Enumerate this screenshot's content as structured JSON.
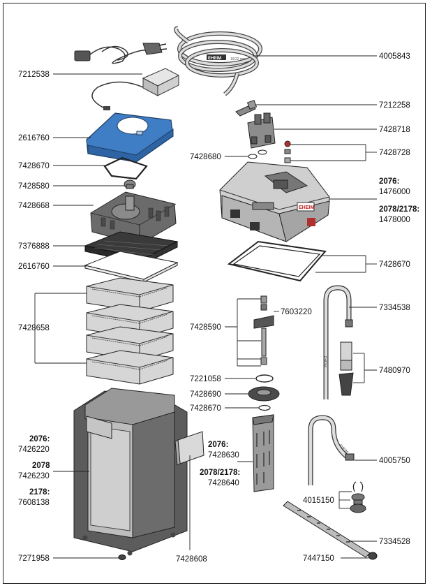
{
  "labels": {
    "l_4005843": "4005843",
    "l_7212538": "7212538",
    "l_7212258": "7212258",
    "l_2616760a": "2616760",
    "l_7428718": "7428718",
    "l_7428680": "7428680",
    "l_7428728": "7428728",
    "l_7428670a": "7428670",
    "l_7428580": "7428580",
    "l_7428668": "7428668",
    "l_2076a": "2076:",
    "l_1476000": "1476000",
    "l_2078_2178a": "2078/2178:",
    "l_1478000": "1478000",
    "l_7376888": "7376888",
    "l_2616760b": "2616760",
    "l_7428670b": "7428670",
    "l_7603220": "7603220",
    "l_7334538": "7334538",
    "l_7428658": "7428658",
    "l_7428590": "7428590",
    "l_7480970": "7480970",
    "l_7221058": "7221058",
    "l_7428690": "7428690",
    "l_7428670c": "7428670",
    "l_2076b": "2076:",
    "l_7426220": "7426220",
    "l_2076c": "2076:",
    "l_7428630": "7428630",
    "l_4005750": "4005750",
    "l_2078": "2078",
    "l_7426230": "7426230",
    "l_2078_2178b": "2078/2178:",
    "l_7428640": "7428640",
    "l_2178": "2178:",
    "l_7608138": "7608138",
    "l_4015150": "4015150",
    "l_7334528": "7334528",
    "l_7271958": "7271958",
    "l_7428608": "7428608",
    "l_7447150": "7447150"
  },
  "part_text": {
    "hose_brand": "EHEIM",
    "hose_spec": "16/22 mm",
    "pipe_brand": "EHEIM",
    "pipe_brand2": "EHEIM",
    "head_brand": "EHEIM"
  },
  "colors": {
    "accent_blue": "#3f7ec4",
    "line": "#222222",
    "body_dark": "#5a5a5a",
    "body_light": "#d8d8d8"
  }
}
